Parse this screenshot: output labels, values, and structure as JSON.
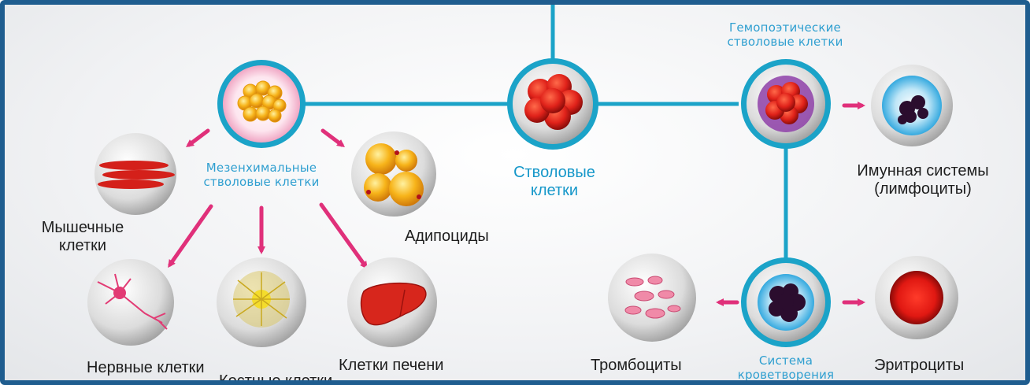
{
  "nodes": {
    "stem": {
      "label1": "Стволовые",
      "label2": "клетки"
    },
    "mesenchymal": {
      "label1": "Мезенхимальные",
      "label2": "стволовые клетки"
    },
    "hematopoietic": {
      "label1": "Гемопоэтические",
      "label2": "стволовые клетки"
    },
    "muscle": {
      "label1": "Мышечные",
      "label2": "клетки"
    },
    "adipocytes": {
      "label": "Адипоциды"
    },
    "nerve": {
      "label": "Нервные клетки"
    },
    "bone": {
      "label": "Костные клетки"
    },
    "liver": {
      "label": "Клетки печени"
    },
    "immune": {
      "label1": "Имунная системы",
      "label2": "(лимфоциты)"
    },
    "hematopoiesis": {
      "label1": "Система",
      "label2": "кроветворения"
    },
    "platelets": {
      "label": "Тромбоциты"
    },
    "erythrocytes": {
      "label": "Эритроциты"
    }
  },
  "colors": {
    "frame": "#1f5d8f",
    "connector": "#1ba3c8",
    "arrow": "#e0307a",
    "cell_red": "#d4201a",
    "label_blue": "#1597c9"
  }
}
